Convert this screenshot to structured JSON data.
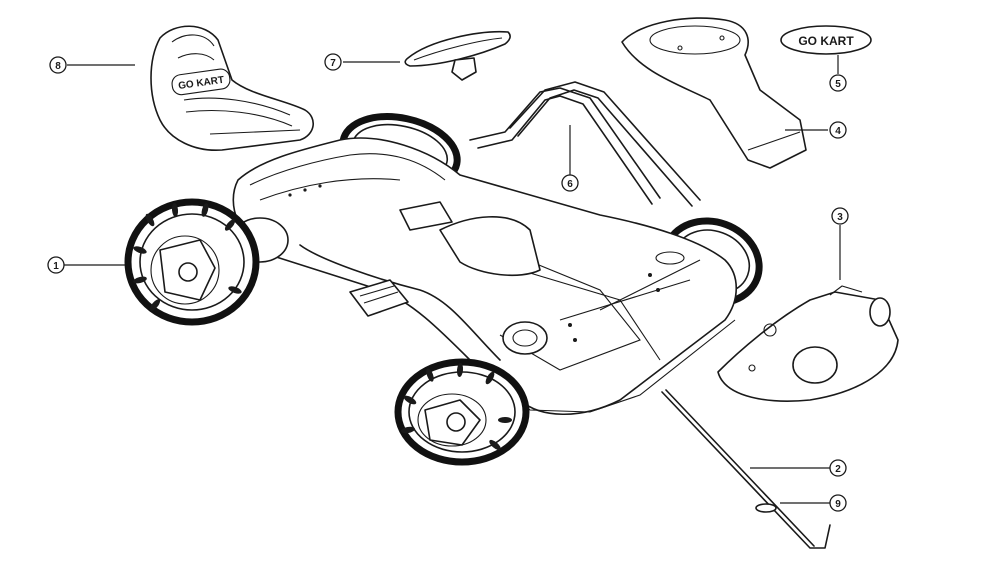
{
  "seat_logo": "GO KART",
  "badge_logo": "GO KART",
  "callouts": [
    {
      "label": "1"
    },
    {
      "label": "2"
    },
    {
      "label": "3"
    },
    {
      "label": "4"
    },
    {
      "label": "5"
    },
    {
      "label": "6"
    },
    {
      "label": "7"
    },
    {
      "label": "8"
    },
    {
      "label": "9"
    }
  ]
}
